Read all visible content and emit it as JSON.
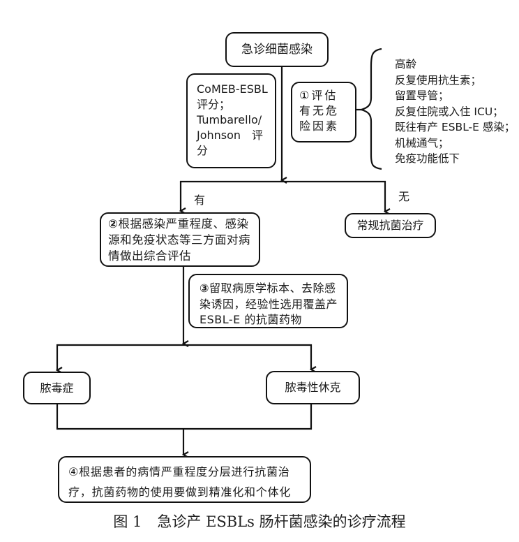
{
  "start_node": "急诊细菌感染",
  "score_box": {
    "lines": [
      "CoMEB-ESBL",
      "评分；",
      "Tumbarello/",
      "Johnson　评",
      "分"
    ]
  },
  "risk_box": {
    "number": "①",
    "text": "评估有无危险因素"
  },
  "risk_factors": [
    "高龄",
    "反复使用抗生素；",
    "留置导管；",
    "反复住院或入住 ICU；",
    "既往有产 ESBL-E 感染；",
    "机械通气；",
    "免疫功能低下"
  ],
  "branch_yes": "有",
  "branch_no": "无",
  "assess_box": {
    "number": "②",
    "text": "根据感染严重程度、感染源和免疫状态等三方面对病情做出综合评估"
  },
  "routine_box": "常规抗菌治疗",
  "sample_box": {
    "number": "③",
    "text": "留取病原学标本、去除感染诱因，经验性选用覆盖产 ESBL-E 的抗菌药物"
  },
  "sepsis_box": "脓毒症",
  "shock_box": "脓毒性休克",
  "treat_box": {
    "number": "④",
    "text": "根据患者的病情严重程度分层进行抗菌治疗，抗菌药物的使用要做到精准化和个体化"
  },
  "caption": {
    "figure": "图 1",
    "title": "急诊产 ESBLs 肠杆菌感染的诊疗流程"
  },
  "colors": {
    "line": "#111111",
    "text": "#1a1a1a"
  }
}
